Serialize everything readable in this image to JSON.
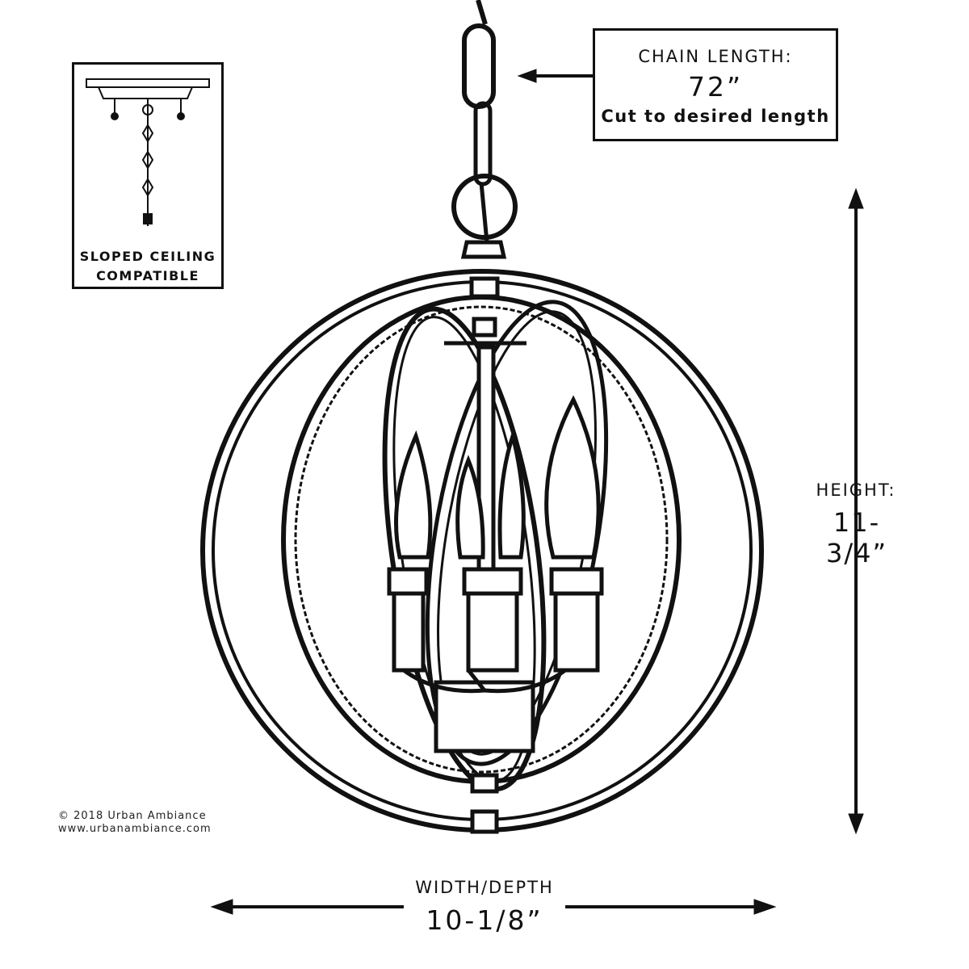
{
  "inset": {
    "label_line1": "SLOPED CEILING",
    "label_line2": "COMPATIBLE"
  },
  "chain": {
    "title": "CHAIN LENGTH:",
    "value": "72”",
    "note": "Cut to desired length"
  },
  "height": {
    "title": "HEIGHT:",
    "value": "11-3/4”"
  },
  "width": {
    "title": "WIDTH/DEPTH",
    "value": "10-1/8”"
  },
  "footer": {
    "copyright": "© 2018 Urban Ambiance",
    "website": "www.urbanambiance.com"
  }
}
